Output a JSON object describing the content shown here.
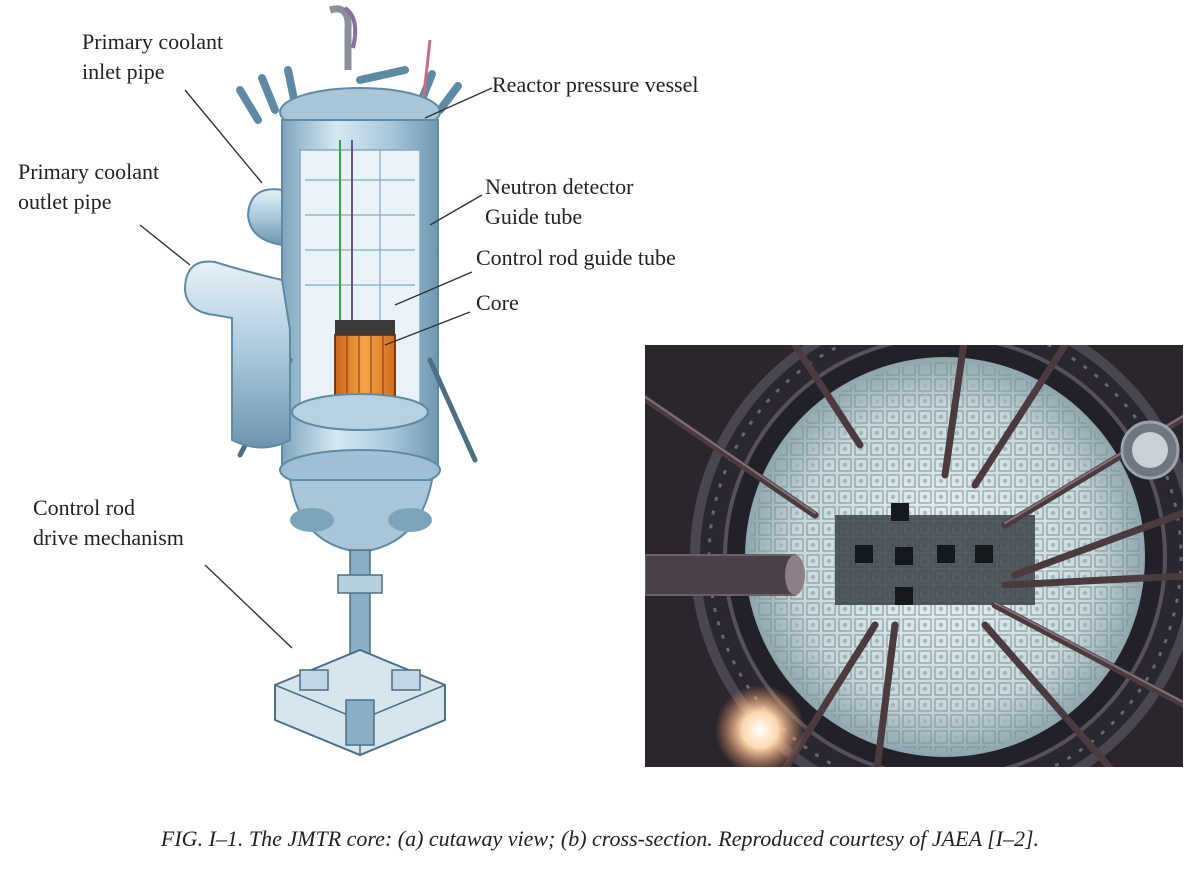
{
  "labels": {
    "primary_inlet": [
      "Primary coolant",
      "inlet pipe"
    ],
    "primary_outlet": [
      "Primary coolant",
      "outlet pipe"
    ],
    "reactor_pressure_vessel": "Reactor pressure vessel",
    "neutron_detector": [
      "Neutron detector",
      "Guide tube"
    ],
    "control_rod_guide_tube": "Control rod guide tube",
    "core": "Core",
    "crdm": [
      "Control rod",
      "drive mechanism"
    ]
  },
  "caption": "FIG. I–1.  The JMTR core: (a) cutaway view; (b) cross-section. Reproduced courtesy of JAEA [I–2].",
  "colors": {
    "vessel_light": "#cfe3ef",
    "vessel_mid": "#9fc3d8",
    "vessel_dark": "#5f8aa6",
    "core_orange": "#f08a24",
    "photo_bg": "#1c1a22",
    "photo_core": "#d8e4e6"
  }
}
